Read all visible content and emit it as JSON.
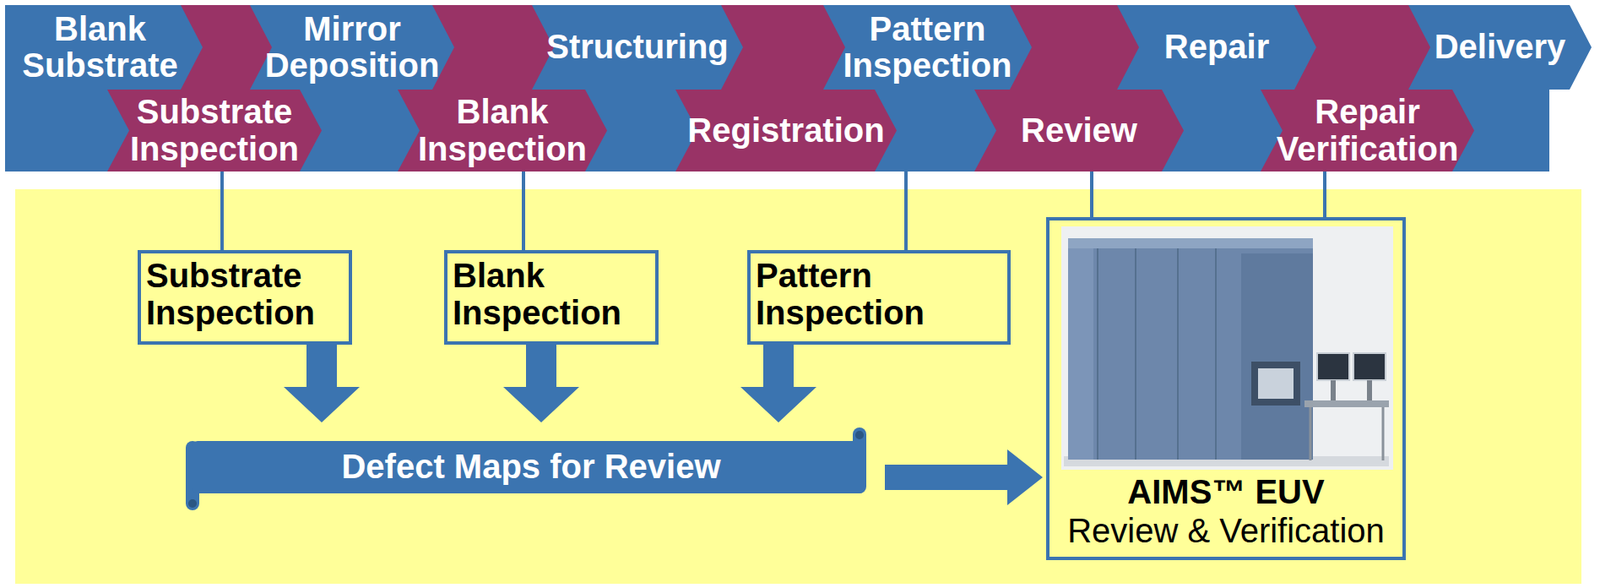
{
  "diagram": {
    "nodes": [
      {
        "text": [
          "Blank Substrate"
        ]
      },
      {
        "text": [
          "Substrate Inspection"
        ]
      },
      {
        "text": [
          "Mirror Deposition"
        ]
      },
      {
        "text": [
          "Blank Inspection"
        ]
      },
      {
        "text": [
          "Structuring"
        ]
      },
      {
        "text": [
          "Registration"
        ]
      },
      {
        "text": [
          "Pattern Inspection"
        ]
      },
      {
        "text": [
          "Review"
        ]
      },
      {
        "text": [
          "Repair"
        ]
      },
      {
        "text": [
          "Repair Verification"
        ]
      },
      {
        "text": [
          "Delivery"
        ]
      },
      {
        "text": [
          "Substrate Inspection"
        ]
      },
      {
        "text": [
          "Blank Inspection"
        ]
      },
      {
        "text": [
          "Pattern Inspection"
        ]
      },
      {
        "text": [
          "Defect Maps for Review"
        ]
      },
      {
        "text": [
          "AIMS™ EUV",
          "Review & Verification"
        ]
      }
    ],
    "edges": [
      {
        "from": 1,
        "to": 11,
        "arrow": "none"
      },
      {
        "from": 3,
        "to": 12,
        "arrow": "none"
      },
      {
        "from": 6,
        "to": 13,
        "arrow": "none"
      },
      {
        "from": 7,
        "to": 15,
        "arrow": "none"
      },
      {
        "from": 9,
        "to": 15,
        "arrow": "none"
      },
      {
        "from": 11,
        "to": 14,
        "arrow": "to"
      },
      {
        "from": 12,
        "to": 14,
        "arrow": "to"
      },
      {
        "from": 13,
        "to": 14,
        "arrow": "to"
      },
      {
        "from": 14,
        "to": 15,
        "arrow": "to"
      }
    ]
  }
}
